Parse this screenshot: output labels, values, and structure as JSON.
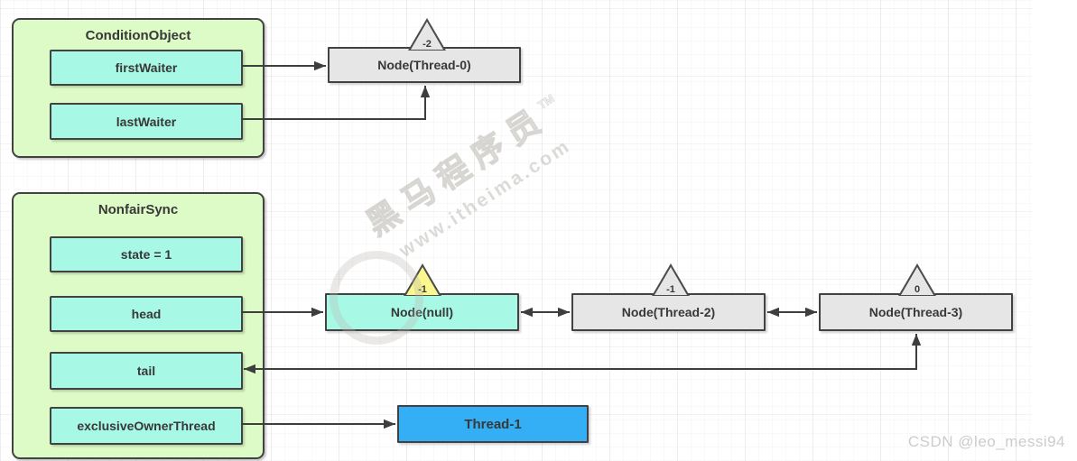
{
  "colors": {
    "green": "#ddfbc6",
    "cyan": "#a8f8e6",
    "gray": "#e6e6e6",
    "yellow": "#faf78f",
    "blue": "#34aff5",
    "border": "#424242",
    "arrow": "#3e3e3e",
    "text": "#383838",
    "watermark": "#b8b4ae",
    "muted": "#cccccc"
  },
  "condition_object": {
    "title": "ConditionObject",
    "fields": [
      {
        "label": "firstWaiter"
      },
      {
        "label": "lastWaiter"
      }
    ]
  },
  "nonfair_sync": {
    "title": "NonfairSync",
    "fields": [
      {
        "label": "state = 1"
      },
      {
        "label": "head"
      },
      {
        "label": "tail"
      },
      {
        "label": "exclusiveOwnerThread"
      }
    ]
  },
  "queue": {
    "condition_node": {
      "label": "Node(Thread-0)",
      "wait_status": "-2"
    },
    "head_node": {
      "label": "Node(null)",
      "wait_status": "-1"
    },
    "second_node": {
      "label": "Node(Thread-2)",
      "wait_status": "-1"
    },
    "tail_node": {
      "label": "Node(Thread-3)",
      "wait_status": "0"
    },
    "owner_thread": {
      "label": "Thread-1"
    }
  },
  "watermark": {
    "brand": "黑马程序员",
    "tm": "TM",
    "url": "www.itheima.com"
  },
  "attribution": "CSDN @leo_messi94"
}
